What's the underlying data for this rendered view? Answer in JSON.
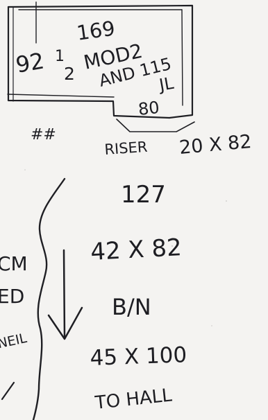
{
  "sketch": {
    "plan": {
      "width_top": "169",
      "height_left": "92",
      "fraction_1": "1",
      "fraction_2": "2",
      "mod_text": "MOD2",
      "and_text": "AND 115",
      "initials": "JL",
      "width_notch": "80"
    },
    "marker": "##",
    "riser_label": "RISER",
    "riser_dims": "20 X 82",
    "number_127": "127",
    "dims_42x82": "42 X 82",
    "bn": "B/N",
    "dims_45x100": "45 X 100",
    "to_hall": "TO HALL",
    "left_fragments": [
      "CM",
      "ED",
      "NEIL"
    ]
  }
}
